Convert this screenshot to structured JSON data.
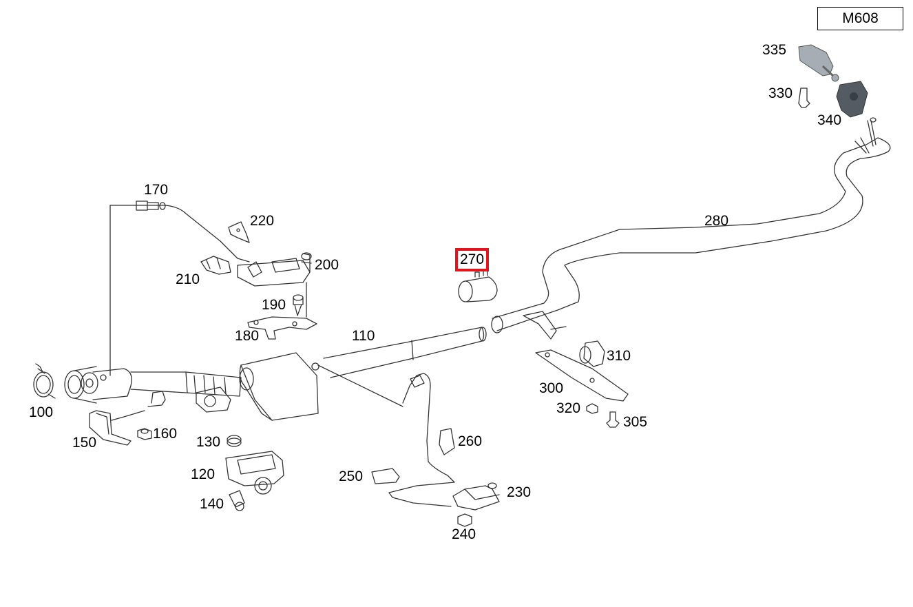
{
  "engine_code": "M608",
  "selected_part": "270",
  "callouts": [
    {
      "id": "100",
      "label": "100"
    },
    {
      "id": "110",
      "label": "110"
    },
    {
      "id": "120",
      "label": "120"
    },
    {
      "id": "130",
      "label": "130"
    },
    {
      "id": "140",
      "label": "140"
    },
    {
      "id": "150",
      "label": "150"
    },
    {
      "id": "160",
      "label": "160"
    },
    {
      "id": "170",
      "label": "170"
    },
    {
      "id": "180",
      "label": "180"
    },
    {
      "id": "190",
      "label": "190"
    },
    {
      "id": "200",
      "label": "200"
    },
    {
      "id": "210",
      "label": "210"
    },
    {
      "id": "220",
      "label": "220"
    },
    {
      "id": "230",
      "label": "230"
    },
    {
      "id": "240",
      "label": "240"
    },
    {
      "id": "250",
      "label": "250"
    },
    {
      "id": "260",
      "label": "260"
    },
    {
      "id": "270",
      "label": "270"
    },
    {
      "id": "280",
      "label": "280"
    },
    {
      "id": "300",
      "label": "300"
    },
    {
      "id": "305",
      "label": "305"
    },
    {
      "id": "310",
      "label": "310"
    },
    {
      "id": "320",
      "label": "320"
    },
    {
      "id": "330",
      "label": "330"
    },
    {
      "id": "335",
      "label": "335"
    },
    {
      "id": "340",
      "label": "340"
    }
  ],
  "colors": {
    "line": "#333333",
    "highlight": "#e3141b",
    "part_fill": "#ffffff",
    "dark_part": "#555b63",
    "grey_part": "#a7adb5"
  }
}
